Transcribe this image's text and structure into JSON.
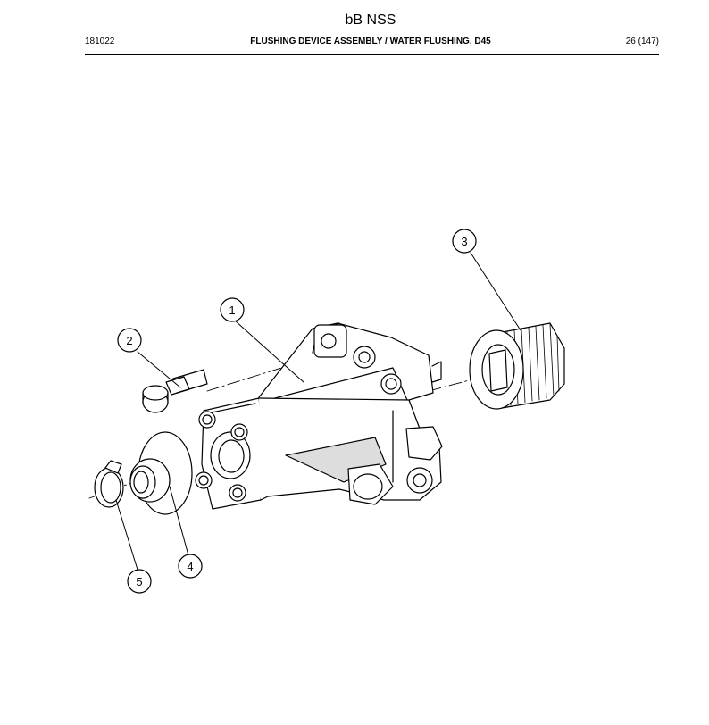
{
  "header": {
    "doc_title": "bB NSS",
    "doc_number": "181022",
    "section_title": "FLUSHING DEVICE ASSEMBLY / WATER FLUSHING, D45",
    "page": "26 (147)"
  },
  "callouts": [
    {
      "label": "1"
    },
    {
      "label": "2"
    },
    {
      "label": "3"
    },
    {
      "label": "4"
    },
    {
      "label": "5"
    }
  ]
}
